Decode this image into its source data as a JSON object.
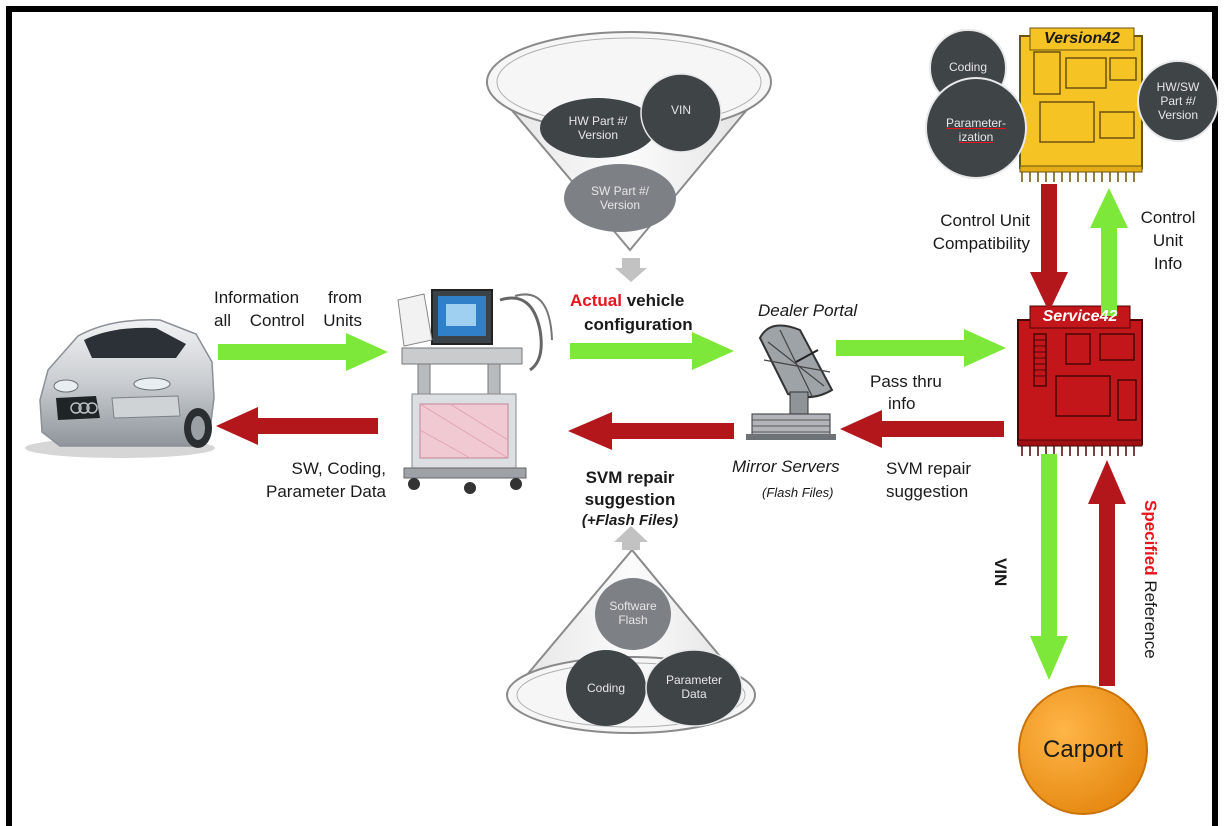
{
  "funnel_top": {
    "items": [
      "HW Part #/ Version",
      "VIN",
      "SW Part #/ Version"
    ]
  },
  "funnel_bottom": {
    "items": [
      "Software Flash",
      "Coding",
      "Parameter Data"
    ]
  },
  "version42": {
    "title": "Version42",
    "circles": [
      "Coding",
      "Parameter-ization",
      "HW/SW Part #/ Version"
    ]
  },
  "service42": {
    "title": "Service42"
  },
  "carport": {
    "label": "Carport"
  },
  "labels": {
    "info_from_cu_1": "Information from",
    "info_from_cu_2": "all Control Units",
    "sw_coding_1": "SW, Coding,",
    "sw_coding_2": "Parameter Data",
    "actual_word": "Actual",
    "vehicle_word": "vehicle",
    "configuration": "configuration",
    "dealer_portal": "Dealer Portal",
    "mirror_servers": "Mirror Servers",
    "flash_files": "(Flash Files)",
    "svm_repair_1": "SVM repair",
    "svm_repair_2": "suggestion",
    "plus_flash": "(+Flash Files)",
    "pass_thru_1": "Pass thru",
    "pass_thru_2": "info",
    "svm_repair_r1": "SVM repair",
    "svm_repair_r2": "suggestion",
    "cu_compat_1": "Control Unit",
    "cu_compat_2": "Compatibility",
    "cu_info_1": "Control",
    "cu_info_2": "Unit",
    "cu_info_3": "Info",
    "vin_vertical": "VIN",
    "specified_word": "Specified",
    "reference_word": "Reference"
  },
  "colors": {
    "green_arrow": "#7ee83a",
    "red_arrow": "#b3161b",
    "version42_yellow": "#f6c325",
    "service42_red": "#c3161b",
    "carport_orange": "#f29512",
    "circle_dark": "#3f4447",
    "accent_red_text": "#e8141b"
  }
}
